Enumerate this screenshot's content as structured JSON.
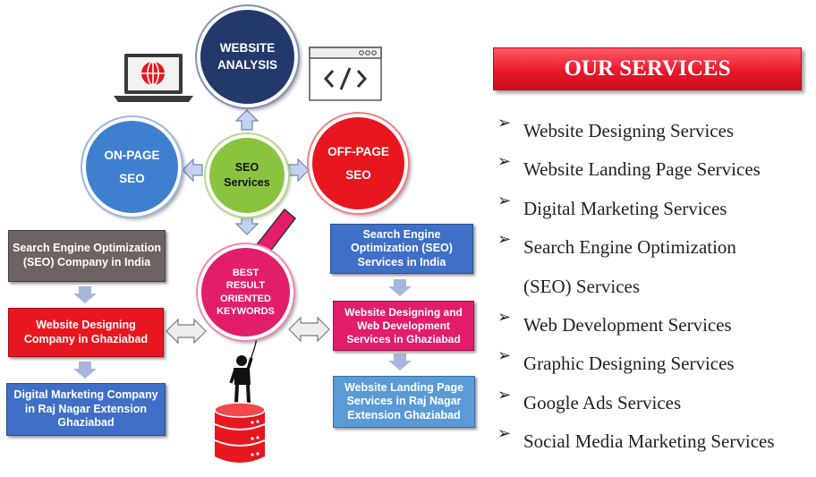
{
  "diagram": {
    "website_analysis": "WEBSITE ANALYSIS",
    "on_page": {
      "line1": "ON-PAGE",
      "line2": "SEO"
    },
    "seo_services": {
      "line1": "SEO",
      "line2": "Services"
    },
    "off_page": {
      "line1": "OFF-PAGE",
      "line2": "SEO"
    },
    "keywords": "BEST RESULT ORIENTED KEYWORDS",
    "left_boxes": [
      "Search Engine Optimization (SEO) Company in India",
      "Website Designing Company in Ghaziabad",
      "Digital Marketing Company in Raj Nagar Extension Ghaziabad"
    ],
    "right_boxes": [
      "Search Engine Optimization (SEO) Services in India",
      "Website Designing and Web Development Services in Ghaziabad",
      "Website Landing Page Services in Raj Nagar Extension Ghaziabad"
    ],
    "icons": [
      "laptop-globe-icon",
      "code-window-icon",
      "pencil-icon",
      "person-balloon-icon",
      "database-icon"
    ]
  },
  "services": {
    "title": "OUR SERVICES",
    "items": [
      "Website Designing Services",
      "Website Landing Page Services",
      "Digital Marketing Services",
      "Search Engine Optimization (SEO) Services",
      "Web Development Services",
      "Graphic Designing Services",
      "Google Ads Services",
      "Social Media Marketing Services"
    ]
  },
  "colors": {
    "navy": "#23396b",
    "blue": "#3f7fcf",
    "green": "#8ac43f",
    "red": "#e8161f",
    "pink": "#e21d6a",
    "gray": "#6d6360",
    "light_blue": "#5a9ad6",
    "arrow": "#aebedd"
  }
}
